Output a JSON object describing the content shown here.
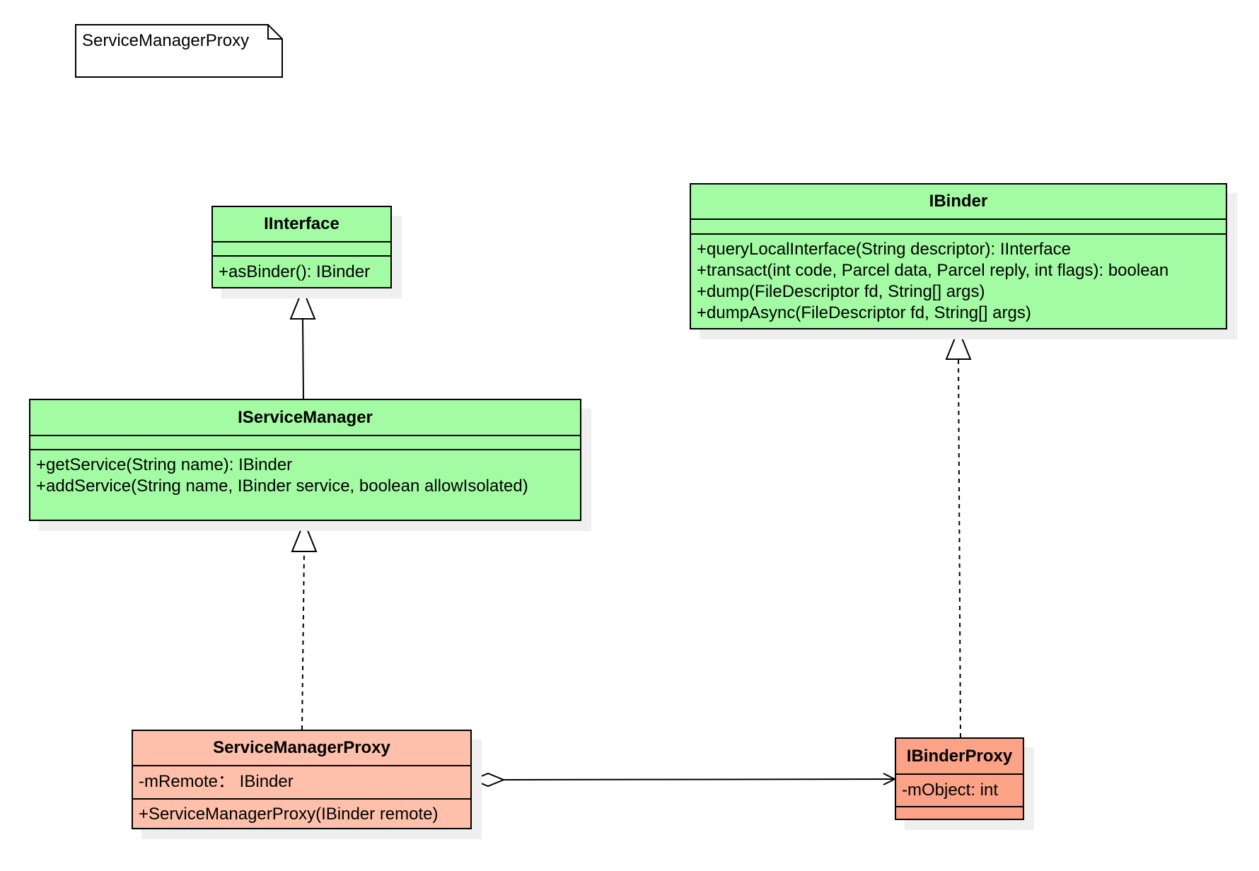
{
  "note": {
    "text": "ServiceManagerProxy"
  },
  "classes": {
    "iinterface": {
      "name": "IInterface",
      "attributes": [],
      "methods": [
        "+asBinder(): IBinder"
      ]
    },
    "iservicemanager": {
      "name": "IServiceManager",
      "attributes": [],
      "methods": [
        "+getService(String name): IBinder",
        "+addService(String name, IBinder service, boolean allowIsolated)"
      ]
    },
    "ibinder": {
      "name": "IBinder",
      "attributes": [],
      "methods": [
        "+queryLocalInterface(String descriptor): IInterface",
        "+transact(int code, Parcel data, Parcel reply, int flags): boolean",
        "+dump(FileDescriptor fd, String[] args)",
        "+dumpAsync(FileDescriptor fd, String[] args)"
      ]
    },
    "servicemanagerproxy": {
      "name": "ServiceManagerProxy",
      "attributes": [
        "-mRemote： IBinder"
      ],
      "methods": [
        "+ServiceManagerProxy(IBinder remote)"
      ]
    },
    "ibinderproxy": {
      "name": "IBinderProxy",
      "attributes": [
        "-mObject: int"
      ],
      "methods": []
    }
  },
  "relations": [
    {
      "type": "generalization",
      "from": "IServiceManager",
      "to": "IInterface"
    },
    {
      "type": "realization",
      "from": "ServiceManagerProxy",
      "to": "IServiceManager"
    },
    {
      "type": "realization",
      "from": "IBinderProxy",
      "to": "IBinder"
    },
    {
      "type": "aggregation",
      "from": "ServiceManagerProxy",
      "to": "IBinderProxy"
    }
  ],
  "colors": {
    "interface_fill": "#a3fca3",
    "proxy_fill": "#fec0aa",
    "binderproxy_fill": "#fba287",
    "stroke": "#000000",
    "shadow": "#efefef"
  }
}
